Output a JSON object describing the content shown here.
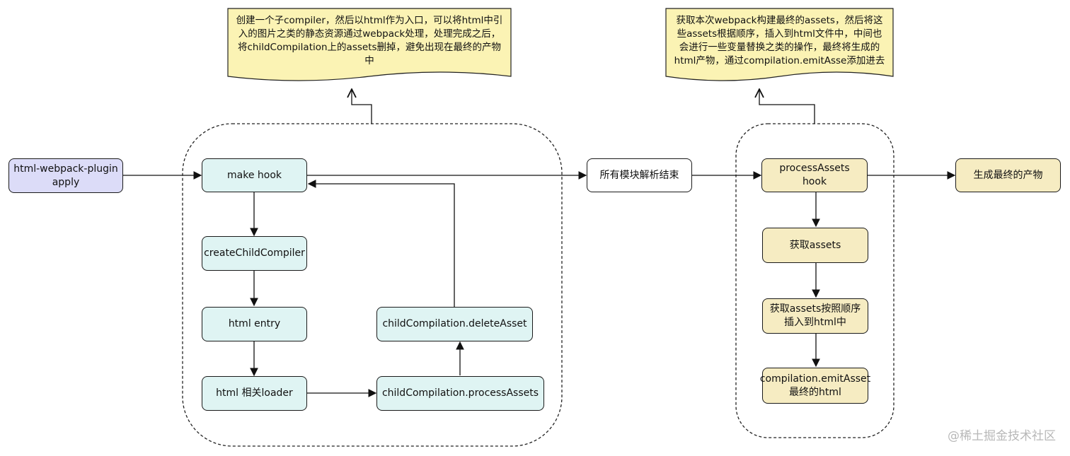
{
  "nodes": {
    "plugin_apply": "html-webpack-plugin\napply",
    "make_hook": "make hook",
    "create_child_compiler": "createChildCompiler",
    "html_entry": "html entry",
    "html_loader": "html 相关loader",
    "child_process_assets": "childCompilation.processAssets",
    "child_delete_asset": "childCompilation.deleteAsset",
    "modules_done": "所有模块解析结束",
    "process_assets_hook": "processAssets hook",
    "get_assets": "获取assets",
    "insert_assets": "获取assets按照顺序\n插入到html中",
    "emit_asset": "compilation.emitAsset\n最终的html",
    "final_output": "生成最终的产物"
  },
  "notes": {
    "left": "创建一个子compiler，然后以html作为入口，可以将html中引入的图片之类的静态资源通过webpack处理，处理完成之后，将childCompilation上的assets删掉，避免出现在最终的产物中",
    "right": "获取本次webpack构建最终的assets，然后将这些assets根据顺序，插入到html文件中，中间也会进行一些变量替换之类的操作，最终将生成的html产物，通过compilation.emitAsse添加进去"
  },
  "watermark": "@稀土掘金技术社区",
  "colors": {
    "purple": "#dcdcf8",
    "cyan": "#dff4f3",
    "yellow": "#f6ecc2",
    "note": "#fbf3b4"
  }
}
